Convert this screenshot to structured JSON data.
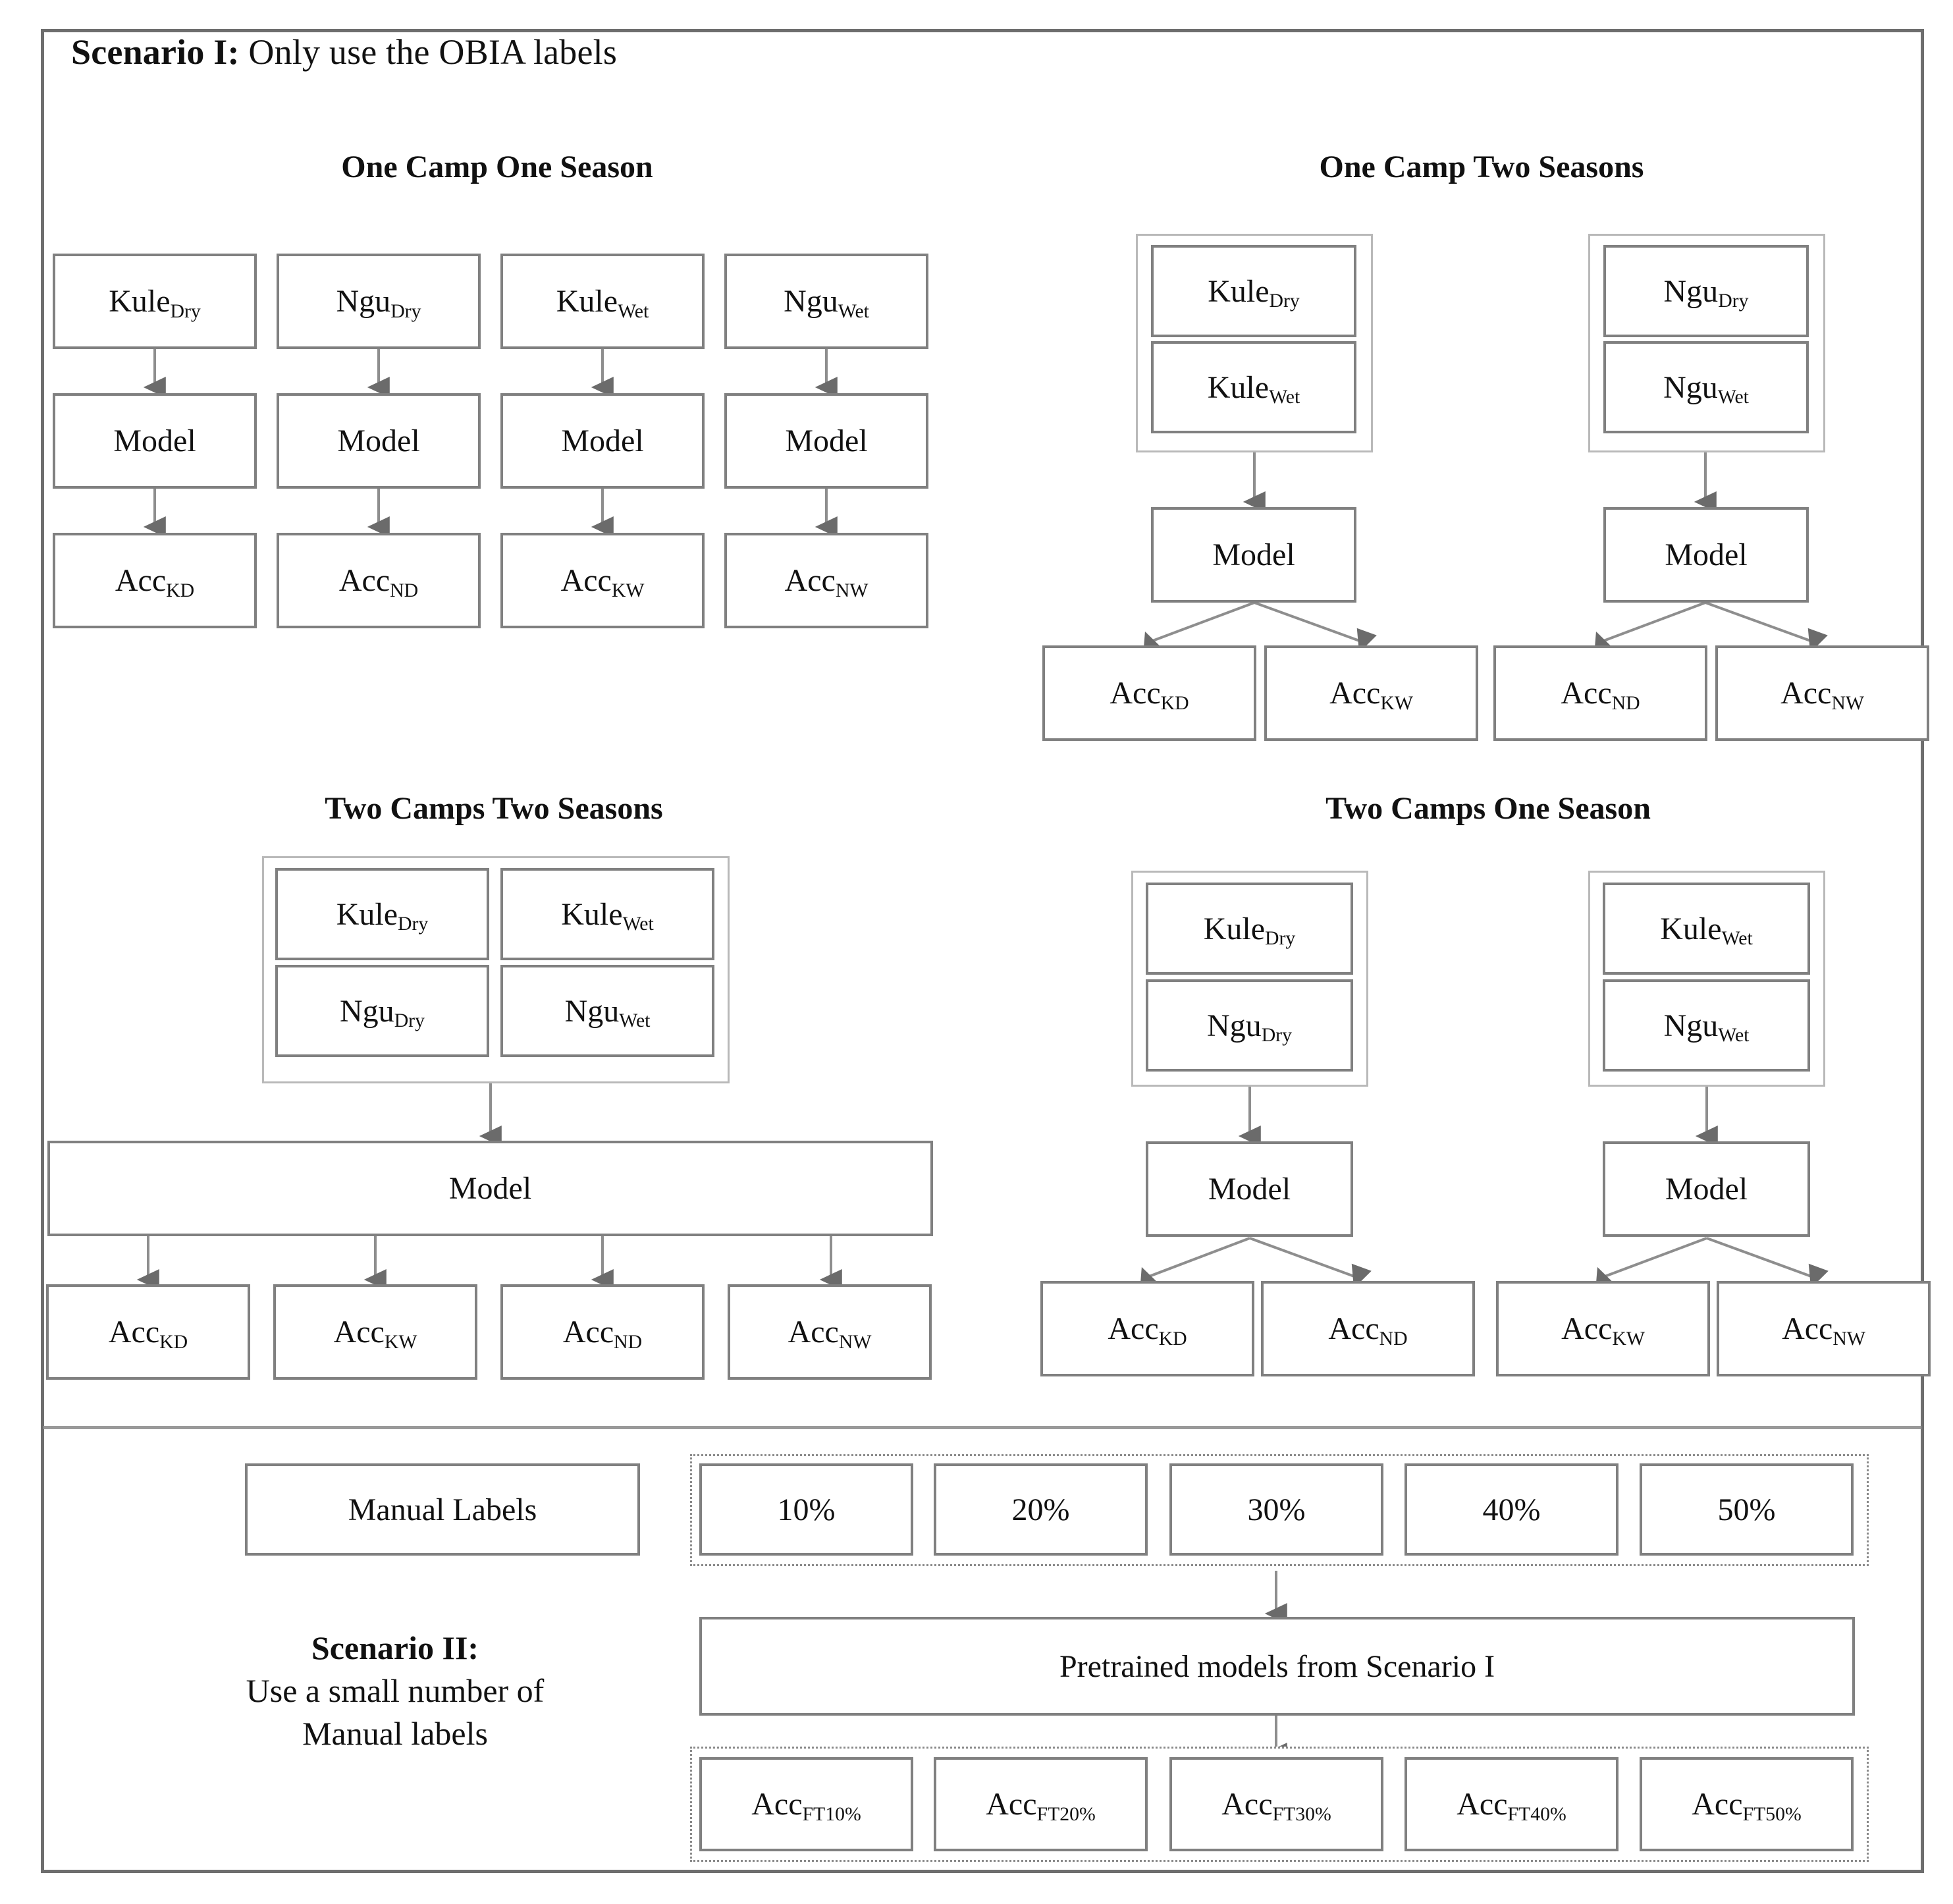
{
  "figure": {
    "scenario1": {
      "title_bold": "Scenario I:",
      "title_rest": " Only use the OBIA labels",
      "sections": [
        {
          "id": "one-camp-one-season",
          "title": "One Camp One Season",
          "columns": [
            {
              "input": "Kule",
              "input_sub": "Dry",
              "model": "Model",
              "acc": "Acc",
              "acc_sub": "KD"
            },
            {
              "input": "Ngu",
              "input_sub": "Dry",
              "model": "Model",
              "acc": "Acc",
              "acc_sub": "ND"
            },
            {
              "input": "Kule",
              "input_sub": "Wet",
              "model": "Model",
              "acc": "Acc",
              "acc_sub": "KW"
            },
            {
              "input": "Ngu",
              "input_sub": "Wet",
              "model": "Model",
              "acc": "Acc",
              "acc_sub": "NW"
            }
          ]
        },
        {
          "id": "one-camp-two-seasons",
          "title": "One Camp Two Seasons",
          "branches": [
            {
              "inputs": [
                {
                  "name": "Kule",
                  "sub": "Dry"
                },
                {
                  "name": "Kule",
                  "sub": "Wet"
                }
              ],
              "model": "Model",
              "outputs": [
                {
                  "name": "Acc",
                  "sub": "KD"
                },
                {
                  "name": "Acc",
                  "sub": "KW"
                }
              ]
            },
            {
              "inputs": [
                {
                  "name": "Ngu",
                  "sub": "Dry"
                },
                {
                  "name": "Ngu",
                  "sub": "Wet"
                }
              ],
              "model": "Model",
              "outputs": [
                {
                  "name": "Acc",
                  "sub": "ND"
                },
                {
                  "name": "Acc",
                  "sub": "NW"
                }
              ]
            }
          ]
        },
        {
          "id": "two-camps-two-seasons",
          "title": "Two Camps Two Seasons",
          "inputs_grid": [
            [
              {
                "name": "Kule",
                "sub": "Dry"
              },
              {
                "name": "Kule",
                "sub": "Wet"
              }
            ],
            [
              {
                "name": "Ngu",
                "sub": "Dry"
              },
              {
                "name": "Ngu",
                "sub": "Wet"
              }
            ]
          ],
          "model": "Model",
          "outputs": [
            {
              "name": "Acc",
              "sub": "KD"
            },
            {
              "name": "Acc",
              "sub": "KW"
            },
            {
              "name": "Acc",
              "sub": "ND"
            },
            {
              "name": "Acc",
              "sub": "NW"
            }
          ]
        },
        {
          "id": "two-camps-one-season",
          "title": "Two Camps One Season",
          "branches": [
            {
              "inputs": [
                {
                  "name": "Kule",
                  "sub": "Dry"
                },
                {
                  "name": "Ngu",
                  "sub": "Dry"
                }
              ],
              "model": "Model",
              "outputs": [
                {
                  "name": "Acc",
                  "sub": "KD"
                },
                {
                  "name": "Acc",
                  "sub": "ND"
                }
              ]
            },
            {
              "inputs": [
                {
                  "name": "Kule",
                  "sub": "Wet"
                },
                {
                  "name": "Ngu",
                  "sub": "Wet"
                }
              ],
              "model": "Model",
              "outputs": [
                {
                  "name": "Acc",
                  "sub": "KW"
                },
                {
                  "name": "Acc",
                  "sub": "NW"
                }
              ]
            }
          ]
        }
      ]
    },
    "scenario2": {
      "label_line1": "Scenario II:",
      "label_line2": "Use a small number of",
      "label_line3": "Manual labels",
      "manual_labels_box": "Manual Labels",
      "percent_boxes": [
        "10%",
        "20%",
        "30%",
        "40%",
        "50%"
      ],
      "pretrained_box": "Pretrained models from Scenario I",
      "acc_boxes": [
        {
          "name": "Acc",
          "sub": "FT10%"
        },
        {
          "name": "Acc",
          "sub": "FT20%"
        },
        {
          "name": "Acc",
          "sub": "FT30%"
        },
        {
          "name": "Acc",
          "sub": "FT40%"
        },
        {
          "name": "Acc",
          "sub": "FT50%"
        }
      ]
    },
    "colors": {
      "frame_border": "#6e6e6e",
      "box_border": "#808080",
      "group_border": "#b9b9b9",
      "dashed_border": "#8a8a8a",
      "arrow": "#6b6b6b",
      "text": "#111111",
      "background": "#ffffff"
    }
  }
}
